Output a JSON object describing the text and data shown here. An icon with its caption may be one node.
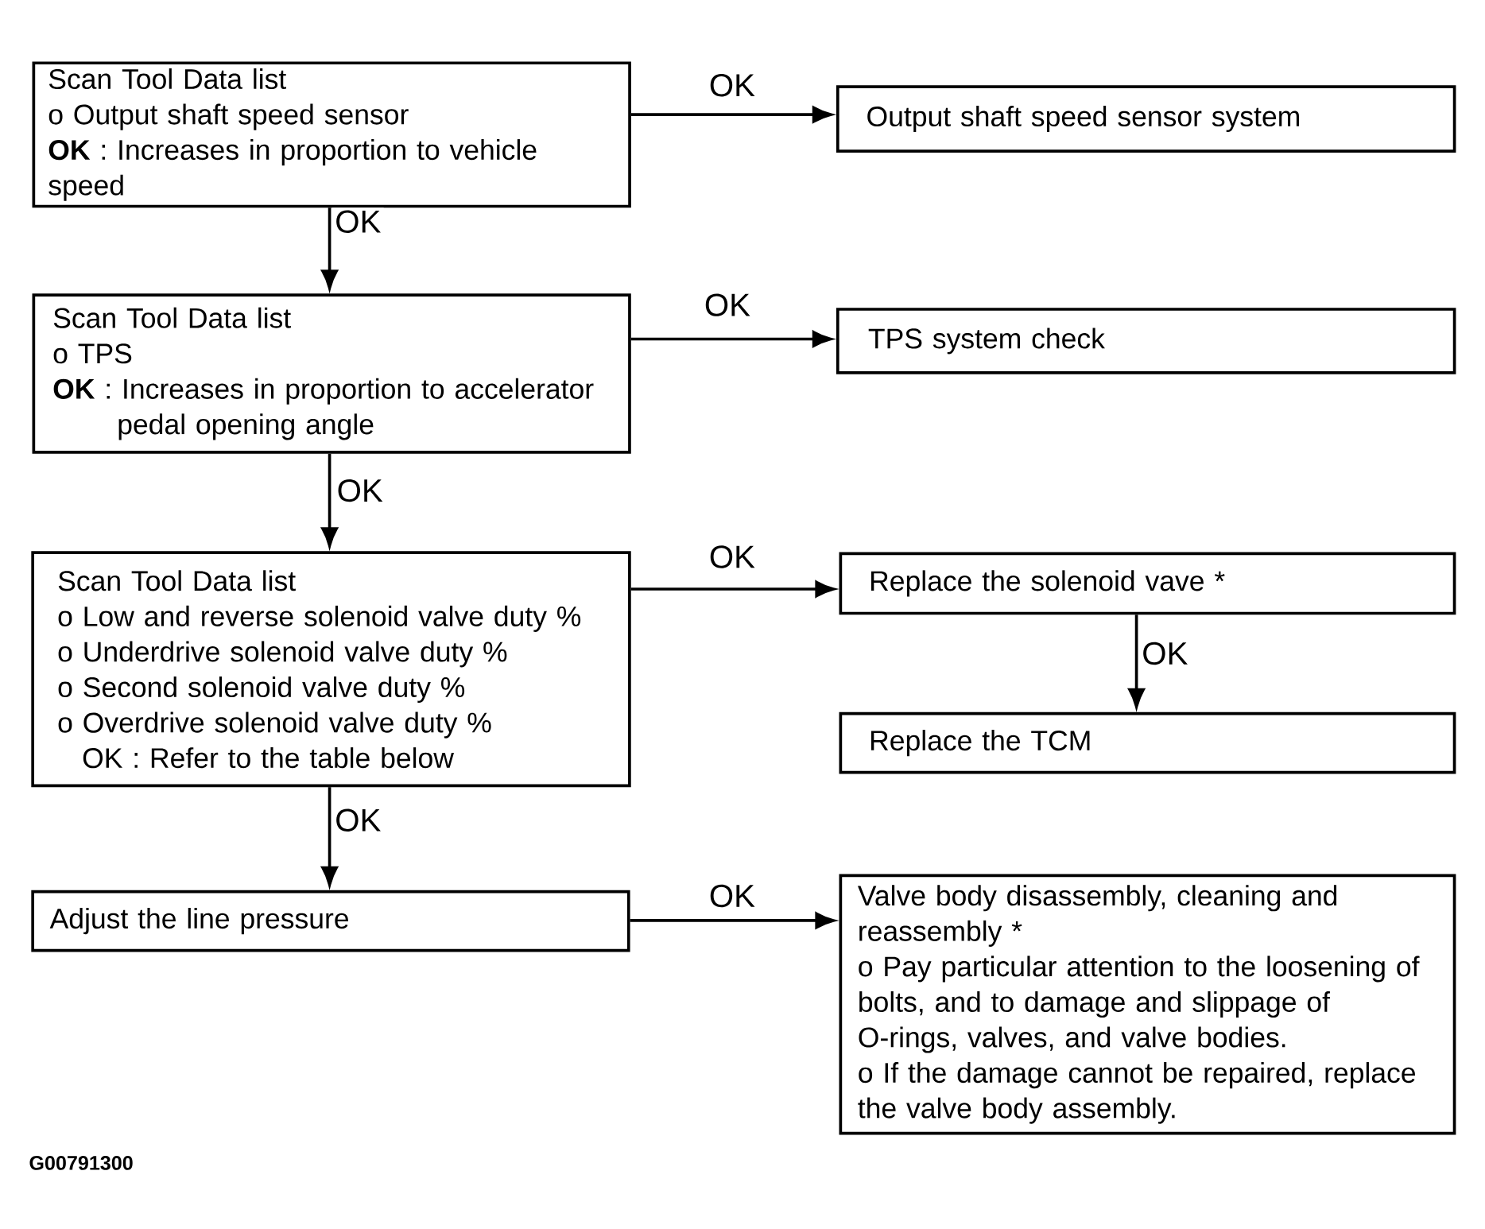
{
  "diagram": {
    "nodes": [
      {
        "text": [
          "Scan Tool Data list",
          "o Output shaft speed sensor",
          "**OK** : Increases in proportion to vehicle speed"
        ]
      },
      {
        "text": [
          "Output shaft speed sensor system"
        ]
      },
      {
        "text": [
          "Scan Tool Data list",
          "o TPS",
          "**OK** : Increases in proportion to accelerator pedal opening angle"
        ]
      },
      {
        "text": [
          "TPS system check"
        ]
      },
      {
        "text": [
          "Scan Tool Data list",
          "o Low and reverse solenoid valve duty %",
          "o Underdrive solenoid valve duty %",
          "o Second solenoid valve duty %",
          "o Overdrive solenoid valve duty %",
          "OK : Refer to the table below"
        ]
      },
      {
        "text": [
          "Replace the solenoid vave *"
        ]
      },
      {
        "text": [
          "Replace the TCM"
        ]
      },
      {
        "text": [
          "Adjust the line pressure"
        ]
      },
      {
        "text": [
          "Valve body disassembly, cleaning and reassembly *",
          "o Pay particular attention to the loosening of bolts, and to damage and slippage of O-rings, valves, and valve bodies.",
          "o If the damage cannot be repaired, replace the valve body assembly."
        ]
      }
    ],
    "edges": [
      {
        "from": 0,
        "to": 1,
        "arrow": "to",
        "label": "OK"
      },
      {
        "from": 0,
        "to": 2,
        "arrow": "to",
        "label": "OK"
      },
      {
        "from": 2,
        "to": 3,
        "arrow": "to",
        "label": "OK"
      },
      {
        "from": 2,
        "to": 4,
        "arrow": "to",
        "label": "OK"
      },
      {
        "from": 4,
        "to": 5,
        "arrow": "to",
        "label": "OK"
      },
      {
        "from": 5,
        "to": 6,
        "arrow": "to",
        "label": "OK"
      },
      {
        "from": 4,
        "to": 7,
        "arrow": "to",
        "label": "OK"
      },
      {
        "from": 7,
        "to": 8,
        "arrow": "to",
        "label": "OK"
      }
    ],
    "labels": [
      "G00791300"
    ]
  }
}
